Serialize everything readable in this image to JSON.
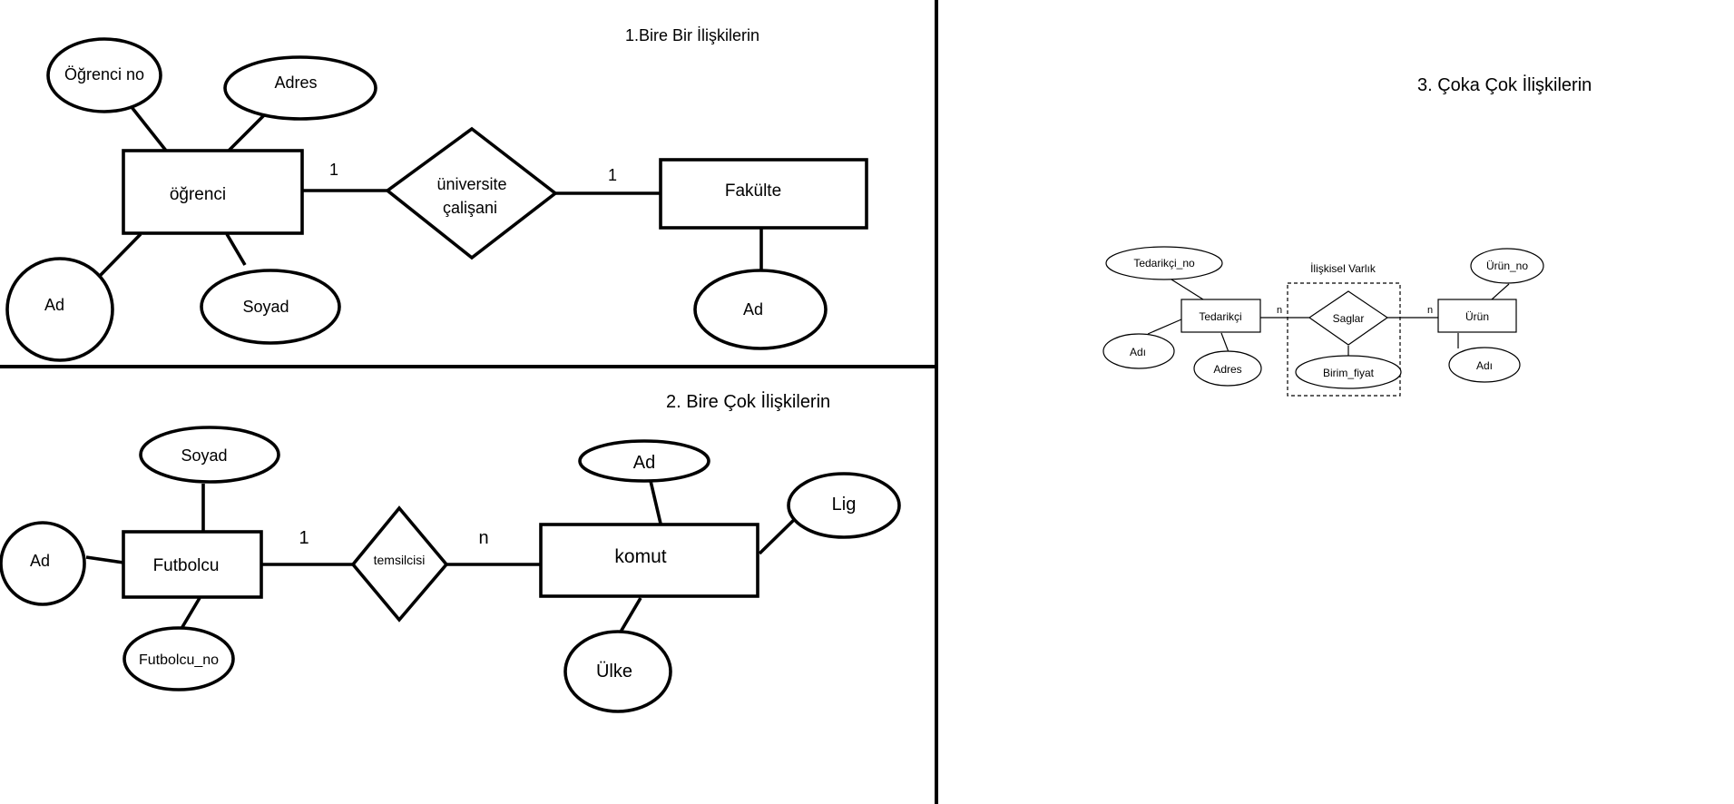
{
  "section1": {
    "title": "1.Bire Bir İlişkilerin",
    "entity_left": "öğrenci",
    "entity_right": "Fakülte",
    "relationship_line1": "üniversite",
    "relationship_line2": "çalişani",
    "card_left": "1",
    "card_right": "1",
    "attr_ogrenci_no": "Öğrenci  no",
    "attr_adres": "Adres",
    "attr_ad": "Ad",
    "attr_soyad": "Soyad",
    "attr_fakulte_ad": "Ad"
  },
  "section2": {
    "title": "2. Bire Çok İlişkilerin",
    "entity_left": "Futbolcu",
    "entity_right": "komut",
    "relationship": "temsilcisi",
    "card_left": "1",
    "card_right": "n",
    "attr_soyad": "Soyad",
    "attr_ad": "Ad",
    "attr_futbolcu_no": "Futbolcu_no",
    "attr_komut_ad": "Ad",
    "attr_lig": "Lig",
    "attr_ulke": "Ülke"
  },
  "section3": {
    "title": "3. Çoka Çok İlişkilerin",
    "associative_label": "İlişkisel Varlık",
    "entity_left": "Tedarikçi",
    "entity_right": "Ürün",
    "relationship": "Saglar",
    "card_left": "n",
    "card_right": "n",
    "attr_tedarikci_no": "Tedarikçi_no",
    "attr_adi_left": "Adı",
    "attr_adres": "Adres",
    "attr_birim_fiyat": "Birim_fiyat",
    "attr_urun_no": "Ürün_no",
    "attr_adi_right": "Adı"
  },
  "colors": {
    "stroke": "#000000",
    "associative_label": "#2e3e8c",
    "background": "#ffffff"
  }
}
